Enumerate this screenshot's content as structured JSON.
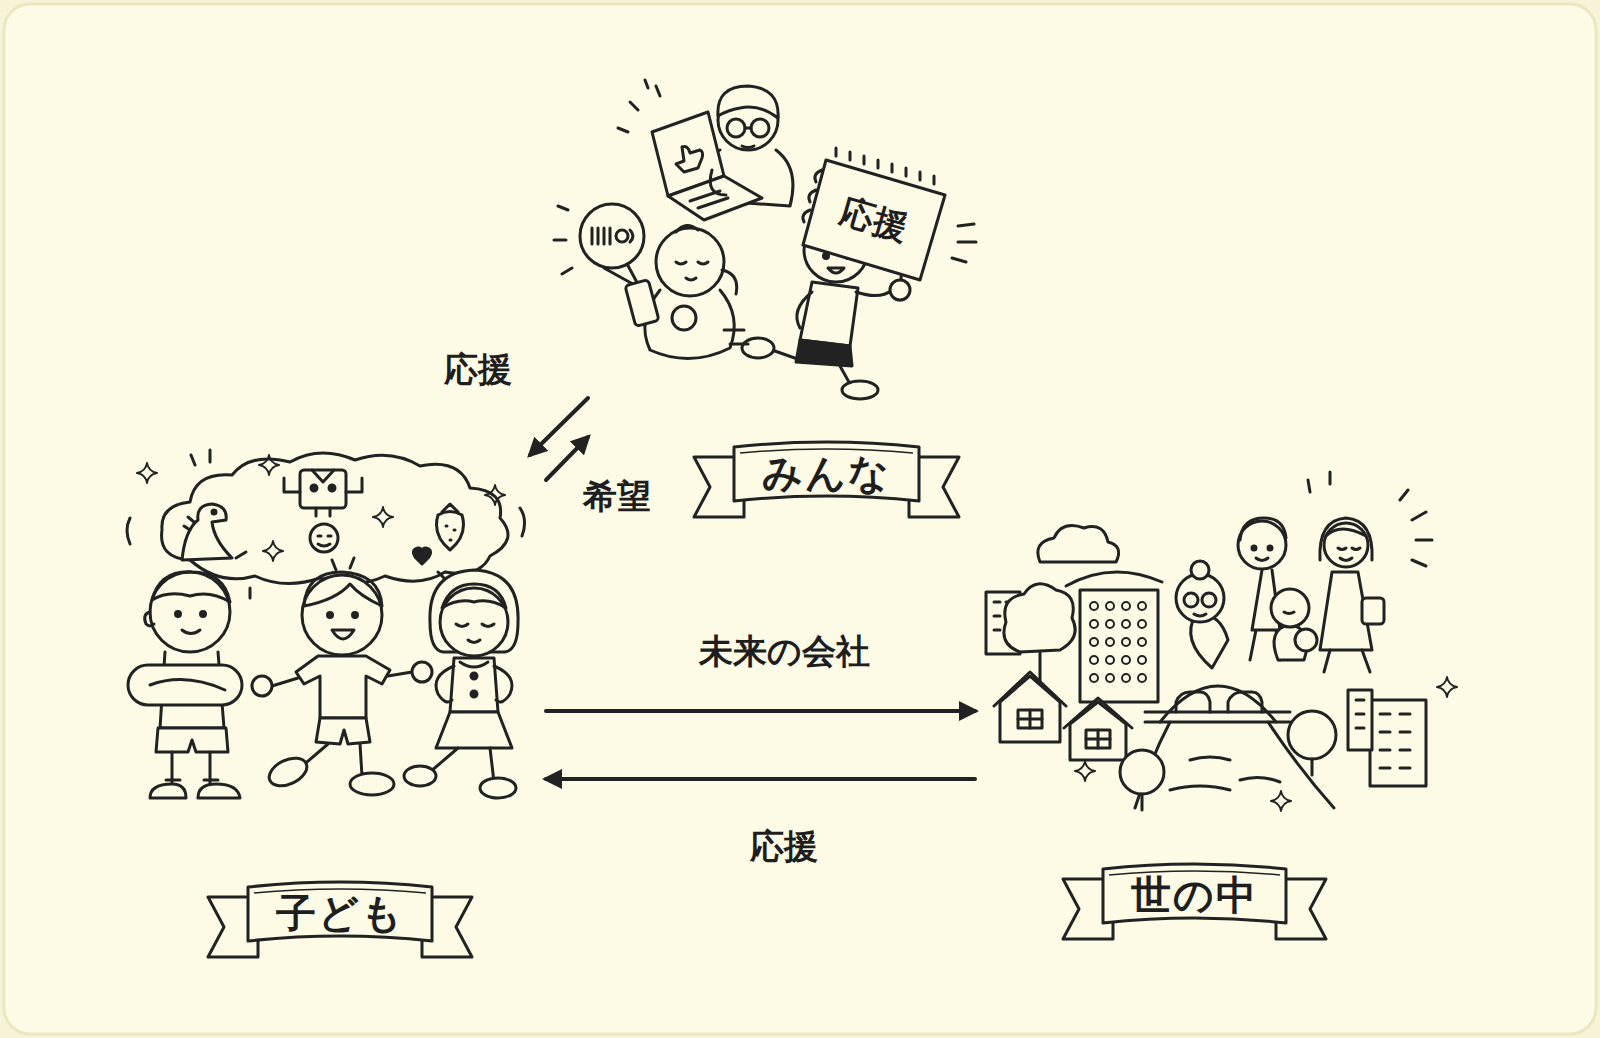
{
  "diagram": {
    "nodes": [
      {
        "text": [
          "みんな"
        ]
      },
      {
        "text": [
          "子ども"
        ]
      },
      {
        "text": [
          "世の中"
        ]
      }
    ],
    "edges": [
      {
        "from": 0,
        "to": 1,
        "label": "応援",
        "arrow": "to"
      },
      {
        "from": 1,
        "to": 0,
        "label": "希望",
        "arrow": "to"
      },
      {
        "from": 1,
        "to": 2,
        "label": "未来の会社",
        "arrow": "to"
      },
      {
        "from": 2,
        "to": 1,
        "label": "応援",
        "arrow": "to"
      }
    ],
    "labels": [
      "応援"
    ]
  }
}
